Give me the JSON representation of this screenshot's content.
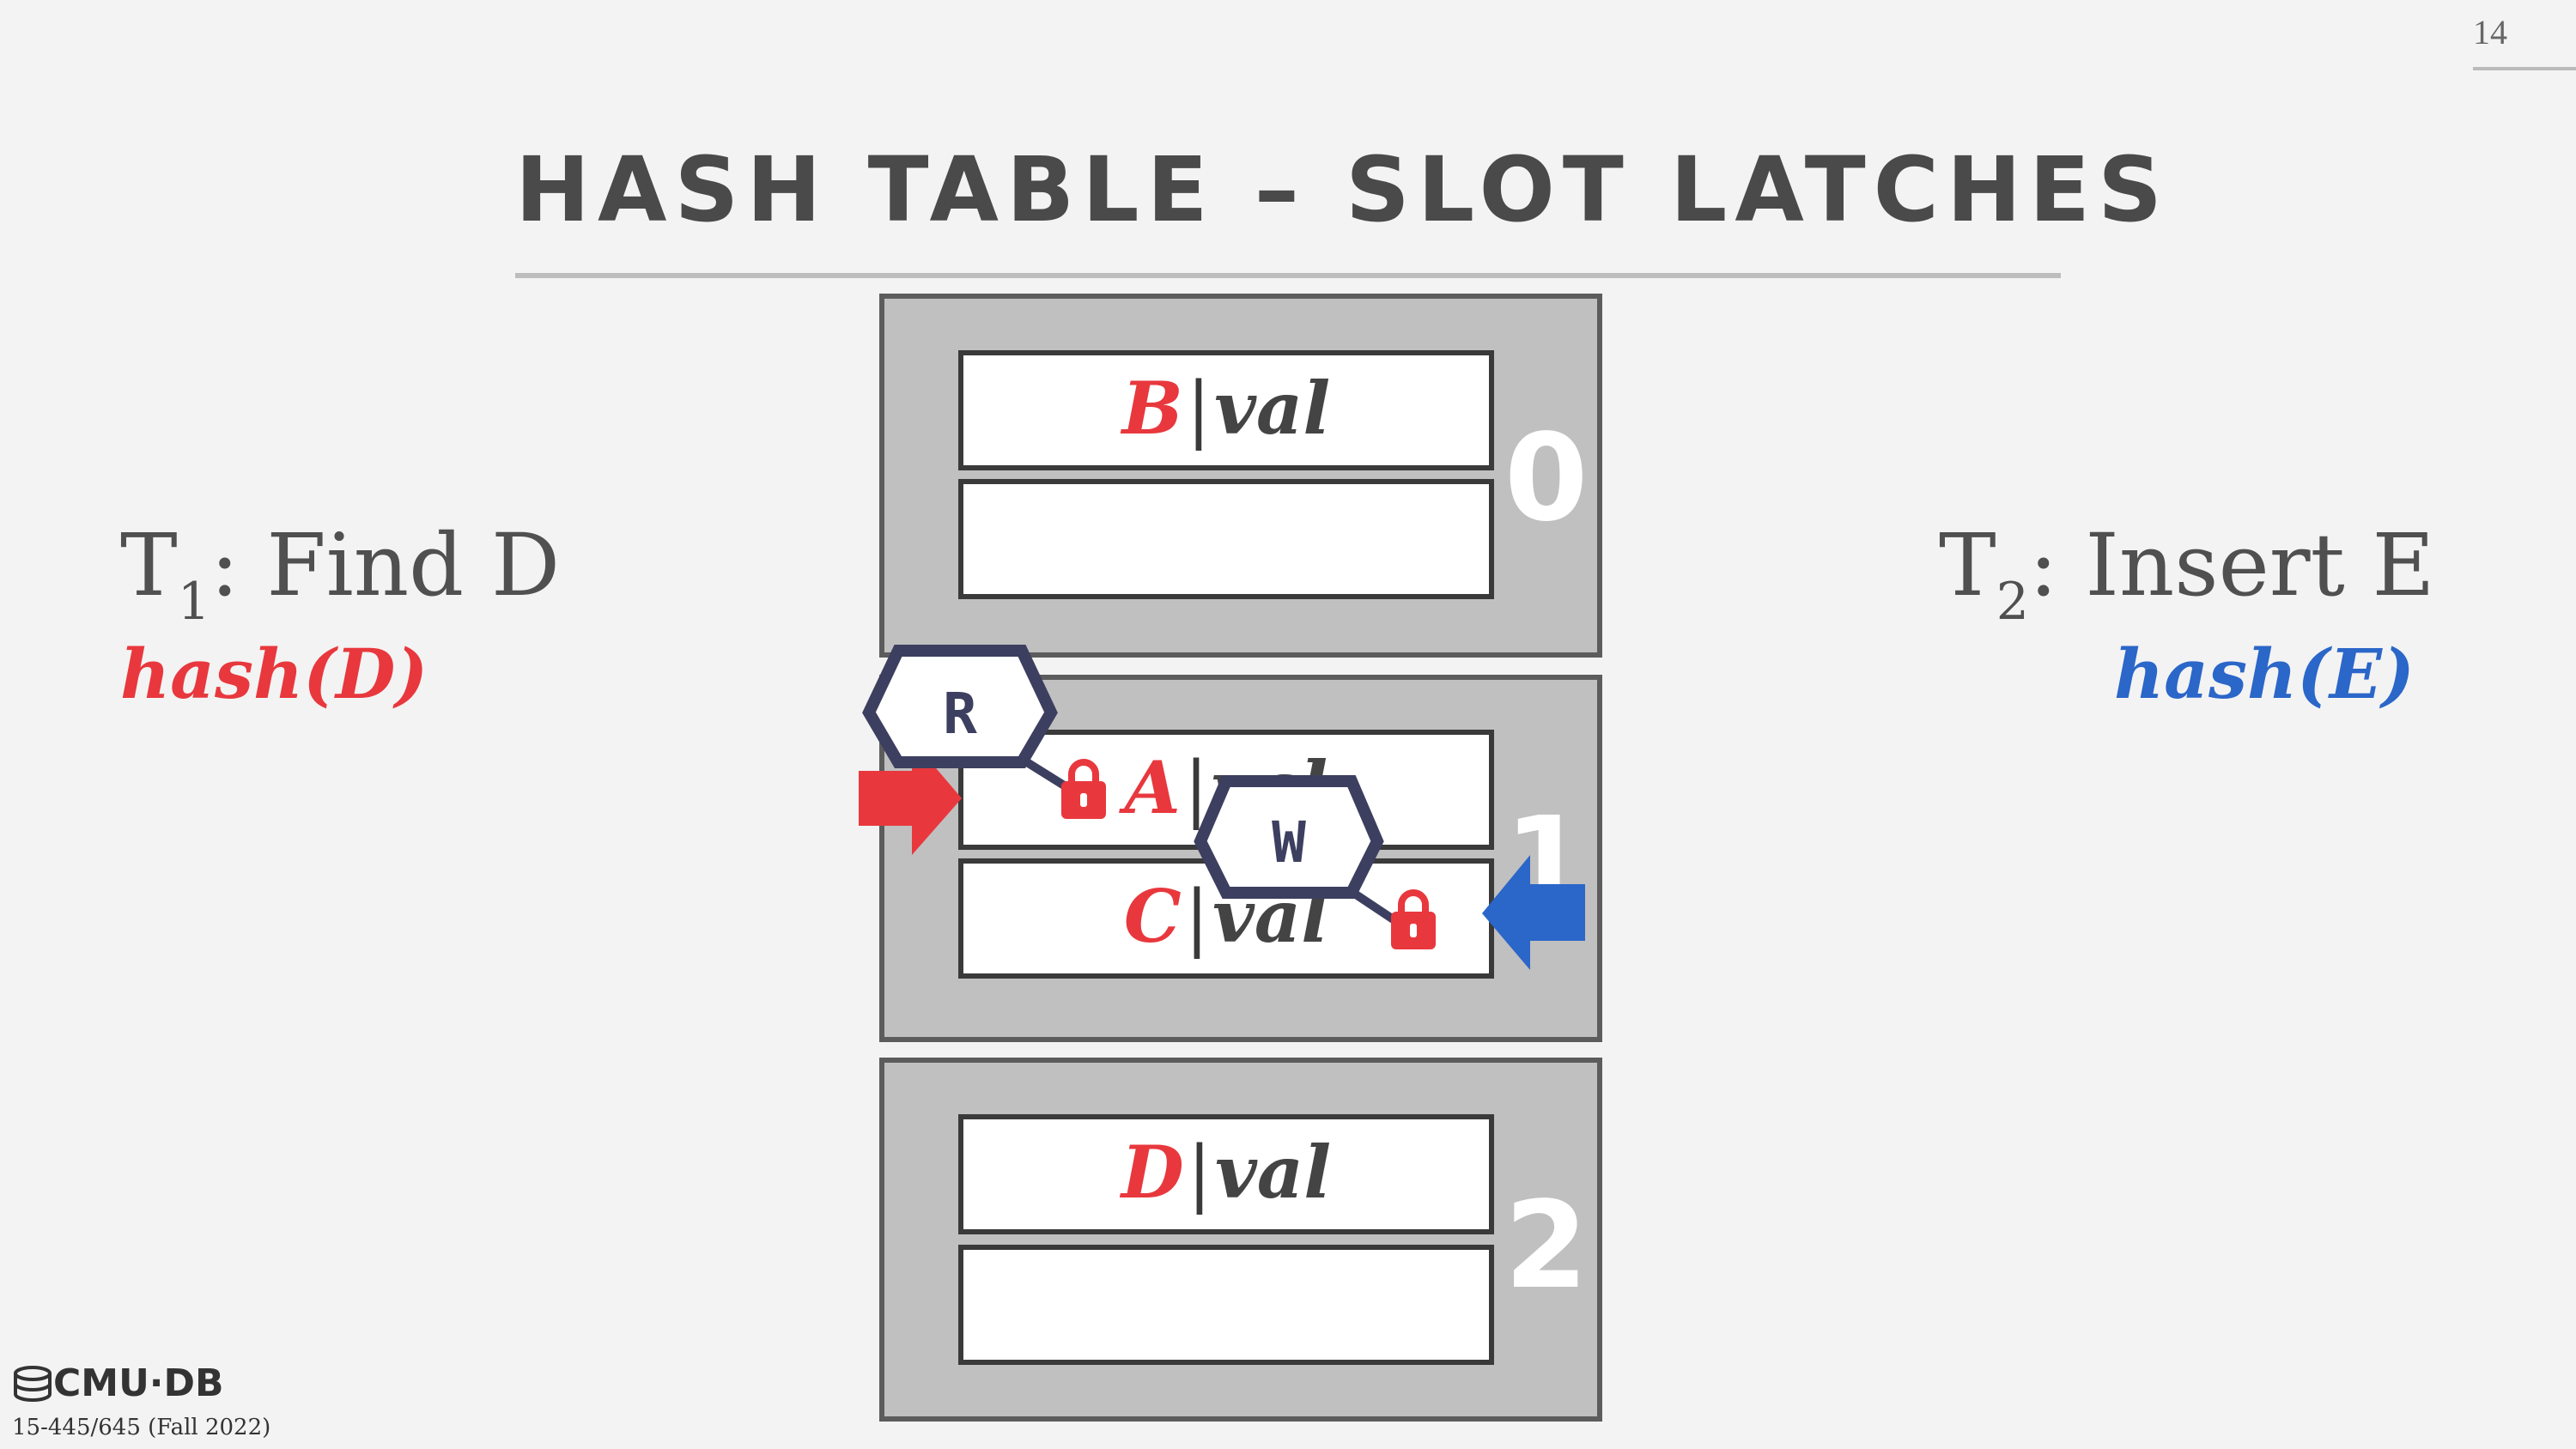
{
  "page_number": "14",
  "title": "HASH TABLE – SLOT LATCHES",
  "t1": {
    "name": "T",
    "sub": "1",
    "action": ": Find D",
    "hash": "hash(D)"
  },
  "t2": {
    "name": "T",
    "sub": "2",
    "action": ": Insert E",
    "hash": "hash(E)"
  },
  "separator": "|",
  "buckets": [
    {
      "label": "0",
      "slots": [
        {
          "key": "B",
          "value": "val"
        },
        {
          "key": "",
          "value": ""
        }
      ]
    },
    {
      "label": "1",
      "slots": [
        {
          "key": "A",
          "value": "val"
        },
        {
          "key": "C",
          "value": "val"
        }
      ]
    },
    {
      "label": "2",
      "slots": [
        {
          "key": "D",
          "value": "val"
        },
        {
          "key": "",
          "value": ""
        }
      ]
    }
  ],
  "latches": {
    "read": "R",
    "write": "W"
  },
  "footer": {
    "logo": "CMU·DB",
    "course": "15-445/645 (Fall 2022)"
  },
  "colors": {
    "t1": "#e8383d",
    "t2": "#2b66c9",
    "latch": "#3d3f60",
    "lock": "#e8383d"
  },
  "icons": [
    "lock-icon",
    "database-icon",
    "arrow-right-icon",
    "arrow-left-icon"
  ]
}
